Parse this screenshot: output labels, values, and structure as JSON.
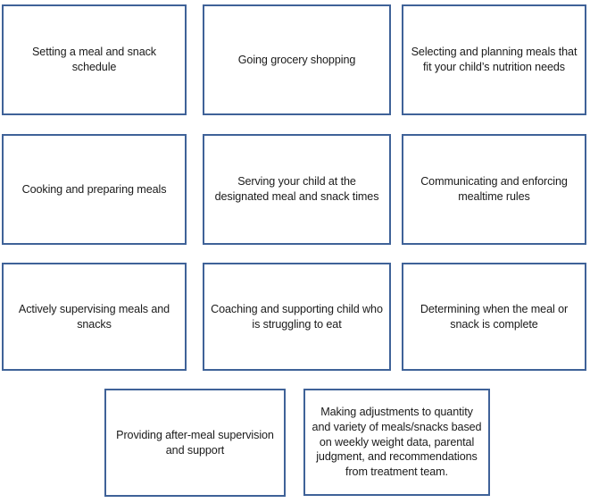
{
  "diagram": {
    "type": "box-grid",
    "title": "",
    "accent_color": "#3f6298",
    "text_color": "#1a1a1a",
    "background_color": "#ffffff",
    "rows": [
      3,
      3,
      3,
      2
    ],
    "box_count": 11,
    "boxes": [
      {
        "id": "box-1",
        "row": 1,
        "column": 1,
        "text": "Setting a meal and snack schedule"
      },
      {
        "id": "box-2",
        "row": 1,
        "column": 2,
        "text": "Going grocery shopping"
      },
      {
        "id": "box-3",
        "row": 1,
        "column": 3,
        "text": "Selecting and planning meals that fit your child’s nutrition needs"
      },
      {
        "id": "box-4",
        "row": 2,
        "column": 1,
        "text": "Cooking and preparing meals"
      },
      {
        "id": "box-5",
        "row": 2,
        "column": 2,
        "text": "Serving your child at the designated meal and snack times"
      },
      {
        "id": "box-6",
        "row": 2,
        "column": 3,
        "text": "Communicating and enforcing mealtime rules"
      },
      {
        "id": "box-7",
        "row": 3,
        "column": 1,
        "text": "Actively supervising meals and snacks"
      },
      {
        "id": "box-8",
        "row": 3,
        "column": 2,
        "text": "Coaching and supporting child who is struggling to eat"
      },
      {
        "id": "box-9",
        "row": 3,
        "column": 3,
        "text": "Determining when the meal or snack is complete"
      },
      {
        "id": "box-10",
        "row": 4,
        "column": 1,
        "text": "Providing after-meal supervision and support"
      },
      {
        "id": "box-11",
        "row": 4,
        "column": 2,
        "text": "Making adjustments to quantity and variety of meals/snacks based on weekly weight data, parental judgment, and recommendations from treatment team."
      }
    ]
  }
}
